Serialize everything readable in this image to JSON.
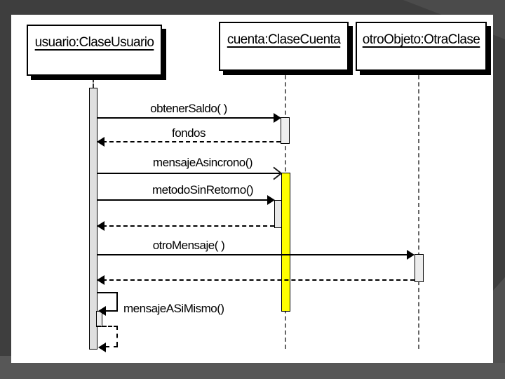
{
  "slide": {
    "background_color": "#3e3e3e",
    "panel_color": "#ffffff",
    "bottom_bar_color": "#575757"
  },
  "diagram": {
    "type": "uml-sequence",
    "objects": [
      {
        "label": "usuario:ClaseUsuario"
      },
      {
        "label": "cuenta:ClaseCuenta"
      },
      {
        "label": "otroObjeto:OtraClase"
      }
    ],
    "messages": [
      {
        "label": "obtenerSaldo( )",
        "from": "usuario",
        "to": "cuenta",
        "kind": "sync"
      },
      {
        "label": "fondos",
        "from": "cuenta",
        "to": "usuario",
        "kind": "return"
      },
      {
        "label": "mensajeAsincrono()",
        "from": "usuario",
        "to": "cuenta",
        "kind": "async"
      },
      {
        "label": "metodoSinRetorno()",
        "from": "usuario",
        "to": "cuenta",
        "kind": "sync"
      },
      {
        "label": "",
        "from": "cuenta",
        "to": "usuario",
        "kind": "return"
      },
      {
        "label": "otroMensaje( )",
        "from": "usuario",
        "to": "otroObjeto",
        "kind": "sync"
      },
      {
        "label": "",
        "from": "otroObjeto",
        "to": "usuario",
        "kind": "return"
      },
      {
        "label": "mensajeASiMismo()",
        "from": "usuario",
        "to": "usuario",
        "kind": "self"
      },
      {
        "label": "",
        "from": "usuario",
        "to": "usuario",
        "kind": "self-return"
      }
    ],
    "colors": {
      "activation_highlight": "#ffff00",
      "activation_default": "#ececec",
      "line": "#000000"
    }
  }
}
